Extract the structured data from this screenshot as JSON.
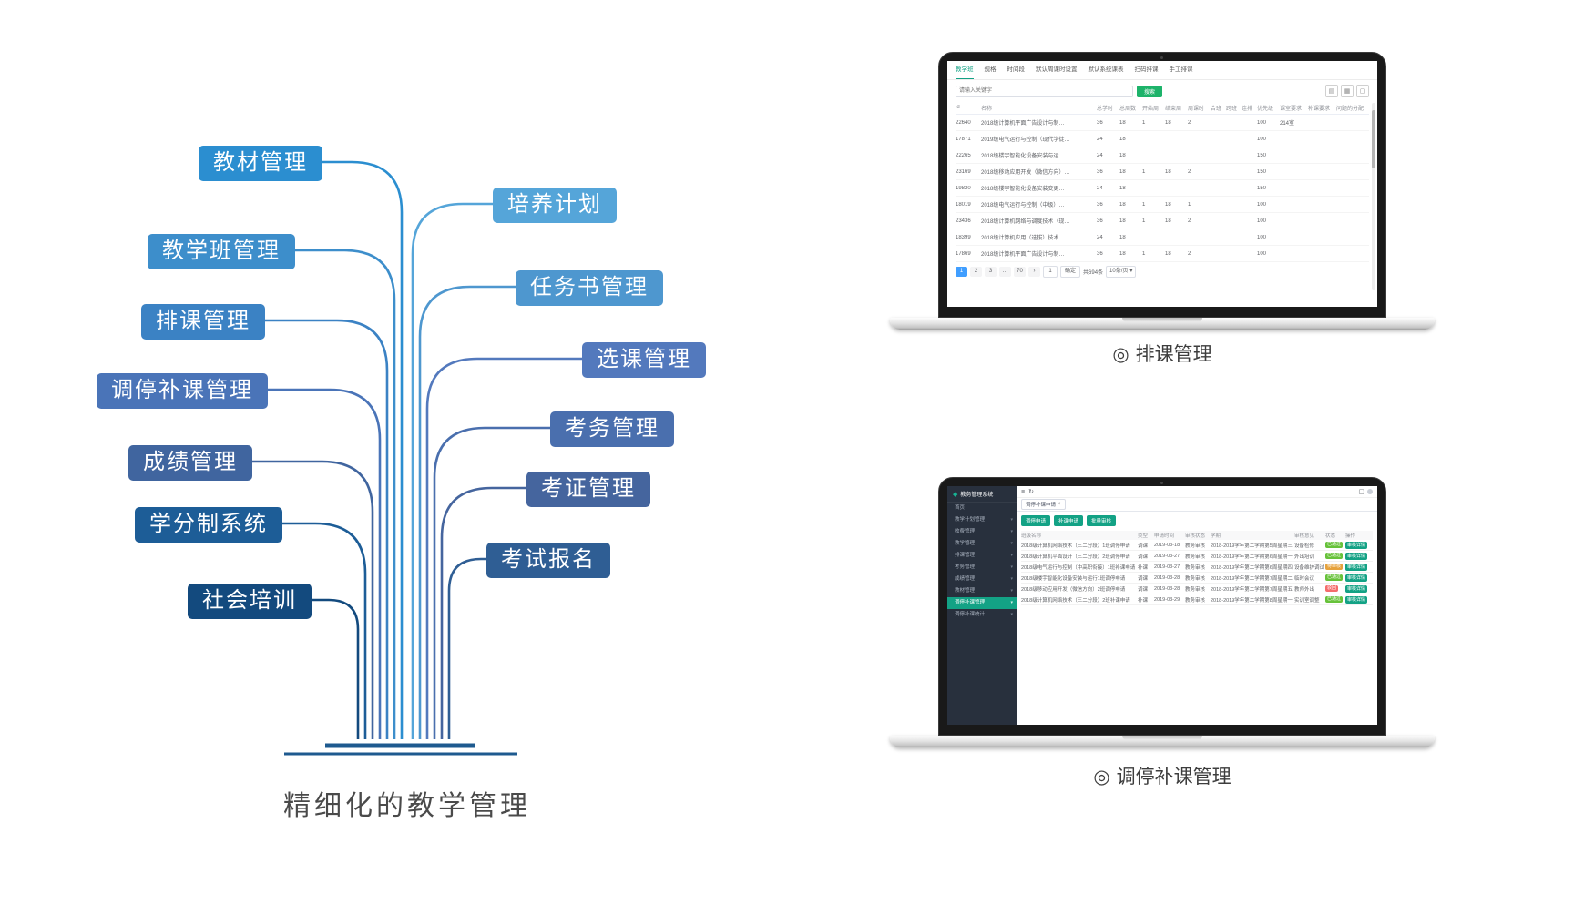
{
  "tree": {
    "caption": "精细化的教学管理",
    "labels": [
      {
        "text": "教材管理",
        "color": "#2b8ed0"
      },
      {
        "text": "培养计划",
        "color": "#55a5d9"
      },
      {
        "text": "教学班管理",
        "color": "#3d8ecb"
      },
      {
        "text": "任务书管理",
        "color": "#4e97cf"
      },
      {
        "text": "排课管理",
        "color": "#3b82c4"
      },
      {
        "text": "选课管理",
        "color": "#5379bd"
      },
      {
        "text": "调停补课管理",
        "color": "#4a74b8"
      },
      {
        "text": "考务管理",
        "color": "#4a6fae"
      },
      {
        "text": "成绩管理",
        "color": "#40659f"
      },
      {
        "text": "考证管理",
        "color": "#45659e"
      },
      {
        "text": "学分制系统",
        "color": "#1d5d97"
      },
      {
        "text": "考试报名",
        "color": "#2f5e94"
      },
      {
        "text": "社会培训",
        "color": "#134a7e"
      }
    ]
  },
  "scheduling_app": {
    "caption_icon": "◎",
    "caption": "排课管理",
    "tabs": [
      "教学班",
      "规格",
      "时间段",
      "默认周课时设置",
      "默认系统课表",
      "扫码排课",
      "手工排课"
    ],
    "search_placeholder": "请输入关键字",
    "search_button": "搜索",
    "search_button_color": "#1db36a",
    "toolbar_icons": [
      "▤",
      "▦",
      "▢"
    ],
    "table": {
      "headers": [
        "id",
        "名称",
        "总学时",
        "总周数",
        "开始周",
        "结束周",
        "周课时",
        "合班",
        "跨班",
        "连排",
        "优先级",
        "课室要求",
        "补课要求",
        "问题的分配"
      ],
      "rows": [
        {
          "id": "22640",
          "name": "2018级计算机平面广告设计与制…",
          "hours": "36",
          "weeks": "18",
          "start": "1",
          "end": "18",
          "per": "2",
          "pri": "100",
          "room": "214室"
        },
        {
          "id": "17871",
          "name": "2019级电气运行与控制（现代学徒…",
          "hours": "24",
          "weeks": "18",
          "pri": "100"
        },
        {
          "id": "22265",
          "name": "2018级楼宇智能化设备安装与运…",
          "hours": "24",
          "weeks": "18",
          "pri": "150"
        },
        {
          "id": "23169",
          "name": "2018级移动应用开发（微信方向）…",
          "hours": "36",
          "weeks": "18",
          "start": "1",
          "end": "18",
          "per": "2",
          "pri": "150"
        },
        {
          "id": "19820",
          "name": "2018级楼宇智能化设备安装变更…",
          "hours": "24",
          "weeks": "18",
          "pri": "150"
        },
        {
          "id": "18019",
          "name": "2018级电气运行与控制（中级）…",
          "hours": "36",
          "weeks": "18",
          "start": "1",
          "end": "18",
          "per": "1",
          "pri": "100"
        },
        {
          "id": "23436",
          "name": "2018级计算机网络与调度技术（现…",
          "hours": "36",
          "weeks": "18",
          "start": "1",
          "end": "18",
          "per": "2",
          "pri": "100"
        },
        {
          "id": "18399",
          "name": "2018级计算机应用（选拔）技术…",
          "hours": "24",
          "weeks": "18",
          "pri": "100"
        },
        {
          "id": "17869",
          "name": "2018级计算机平面广告设计与制…",
          "hours": "36",
          "weeks": "18",
          "start": "1",
          "end": "18",
          "per": "2",
          "pri": "100"
        }
      ]
    },
    "pagination": {
      "pages": [
        "1",
        "2",
        "3",
        "…",
        "70"
      ],
      "next": "›",
      "jump_value": "1",
      "confirm": "确定",
      "total": "共694条",
      "per_page": "10条/页",
      "caret": "▾",
      "active_page_color": "#409eff"
    }
  },
  "makeup_app": {
    "caption_icon": "◎",
    "caption": "调停补课管理",
    "accent_color": "#13a285",
    "sidebar": {
      "logo_icon": "◆",
      "logo": "教务管理系统",
      "items": [
        {
          "label": "首页"
        },
        {
          "label": "教学计划管理"
        },
        {
          "label": "收费管理"
        },
        {
          "label": "教学管理"
        },
        {
          "label": "排课管理"
        },
        {
          "label": "考务管理"
        },
        {
          "label": "成绩管理"
        },
        {
          "label": "教材管理"
        },
        {
          "label": "调停补课管理",
          "active": true
        },
        {
          "label": "调停补课统计"
        }
      ]
    },
    "topbar": {
      "menu_icon": "≡",
      "refresh_icon": "↻",
      "layout_icon": "▢"
    },
    "tab": "调停补课申请",
    "tab_close": "×",
    "buttons": [
      "调停申请",
      "补课申请",
      "批量审核"
    ],
    "table": {
      "headers": [
        "班级名称",
        "类型",
        "申请时间",
        "审核状态",
        "学期",
        "审核意见",
        "状态",
        "操作"
      ],
      "rows": [
        {
          "name": "2018级计算机网络技术（三二分段）1班调停申请",
          "type": "调课",
          "date": "2019-03-18",
          "review": "教务审核",
          "term": "2018-2019学年第二学期第5周星期三",
          "opinion": "设备检修",
          "status": "已通过",
          "status_color": "#67c23a",
          "action": "审核详情"
        },
        {
          "name": "2018级计算机平面设计（三二分段）2班调停申请",
          "type": "调课",
          "date": "2019-03-27",
          "review": "教务审核",
          "term": "2018-2019学年第二学期第6周星期一",
          "opinion": "外出培训",
          "status": "已通过",
          "status_color": "#67c23a",
          "action": "审核详情"
        },
        {
          "name": "2018级电气运行与控制（中高职衔接）1班补课申请",
          "type": "补课",
          "date": "2019-03-27",
          "review": "教务审核",
          "term": "2018-2019学年第二学期第6周星期四",
          "opinion": "设备维护调试",
          "status": "待审核",
          "status_color": "#e6a23c",
          "action": "审核详情"
        },
        {
          "name": "2018级楼宇智能化设备安装与运行1班调停申请",
          "type": "调课",
          "date": "2019-03-28",
          "review": "教务审核",
          "term": "2018-2019学年第二学期第7周星期二",
          "opinion": "临时会议",
          "status": "已通过",
          "status_color": "#67c23a",
          "action": "审核详情"
        },
        {
          "name": "2018级移动应用开发（微信方向）2班调停申请",
          "type": "调课",
          "date": "2019-03-28",
          "review": "教务审核",
          "term": "2018-2019学年第二学期第7周星期五",
          "opinion": "教师外出",
          "status": "驳回",
          "status_color": "#f56c6c",
          "action": "审核详情"
        },
        {
          "name": "2018级计算机网络技术（三二分段）2班补课申请",
          "type": "补课",
          "date": "2019-03-29",
          "review": "教务审核",
          "term": "2018-2019学年第二学期第8周星期一",
          "opinion": "实训室调整",
          "status": "已通过",
          "status_color": "#67c23a",
          "action": "审核详情"
        }
      ]
    }
  }
}
